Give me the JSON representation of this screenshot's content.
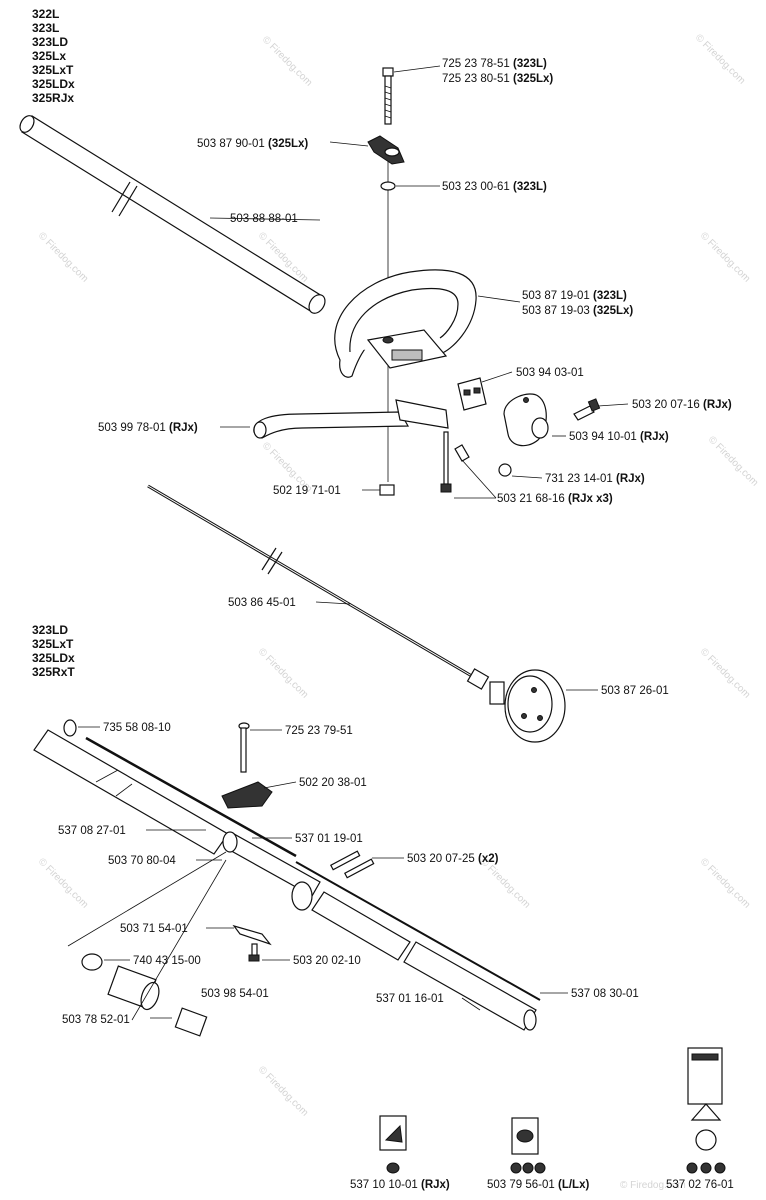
{
  "models_top": [
    "322L",
    "323L",
    "323LD",
    "325Lx",
    "325LxT",
    "325LDx",
    "325RJx"
  ],
  "models_bottom": [
    "323LD",
    "325LxT",
    "325LDx",
    "325RxT"
  ],
  "watermark": "© Firedog.com",
  "labels": [
    {
      "id": "bolt-1",
      "num": "725 23 78-51",
      "suffix": "(323L)"
    },
    {
      "id": "bolt-2",
      "num": "725 23 80-51",
      "suffix": "(325Lx)"
    },
    {
      "id": "knob",
      "num": "503 87 90-01",
      "suffix": "(325Lx)"
    },
    {
      "id": "washer",
      "num": "503 23 00-61",
      "suffix": "(323L)"
    },
    {
      "id": "shaft-tube",
      "num": "503 88 88-01",
      "suffix": ""
    },
    {
      "id": "handle-1",
      "num": "503 87 19-01",
      "suffix": "(323L)"
    },
    {
      "id": "handle-2",
      "num": "503 87 19-03",
      "suffix": "(325Lx)"
    },
    {
      "id": "clamp",
      "num": "503 94 03-01",
      "suffix": ""
    },
    {
      "id": "guard-bar",
      "num": "503 99 78-01",
      "suffix": "(RJx)"
    },
    {
      "id": "screw",
      "num": "503 20 07-16",
      "suffix": "(RJx)"
    },
    {
      "id": "bracket",
      "num": "503 94 10-01",
      "suffix": "(RJx)"
    },
    {
      "id": "nut",
      "num": "731 23 14-01",
      "suffix": "(RJx)"
    },
    {
      "id": "square-nut",
      "num": "502 19 71-01",
      "suffix": ""
    },
    {
      "id": "bolts-3",
      "num": "503 21 68-16",
      "suffix": "(RJx x3)"
    },
    {
      "id": "drive-shaft",
      "num": "503 86 45-01",
      "suffix": ""
    },
    {
      "id": "coupling",
      "num": "503 87 26-01",
      "suffix": ""
    },
    {
      "id": "plug",
      "num": "735 58 08-10",
      "suffix": ""
    },
    {
      "id": "bolt-3",
      "num": "725 23 79-51",
      "suffix": ""
    },
    {
      "id": "knob-2",
      "num": "502 20 38-01",
      "suffix": ""
    },
    {
      "id": "tube-upper",
      "num": "537 08 27-01",
      "suffix": ""
    },
    {
      "id": "inner-shaft",
      "num": "537 01 19-01",
      "suffix": ""
    },
    {
      "id": "coupler",
      "num": "503 70 80-04",
      "suffix": ""
    },
    {
      "id": "screws-2",
      "num": "503 20 07-25",
      "suffix": "(x2)"
    },
    {
      "id": "clip",
      "num": "503 71 54-01",
      "suffix": ""
    },
    {
      "id": "o-ring",
      "num": "740 43 15-00",
      "suffix": ""
    },
    {
      "id": "screw-2",
      "num": "503 20 02-10",
      "suffix": ""
    },
    {
      "id": "bearing-1",
      "num": "503 98 54-01",
      "suffix": ""
    },
    {
      "id": "bearing-2",
      "num": "503 78 52-01",
      "suffix": ""
    },
    {
      "id": "lower-tube",
      "num": "537 01 16-01",
      "suffix": ""
    },
    {
      "id": "lower-shaft",
      "num": "537 08 30-01",
      "suffix": ""
    },
    {
      "id": "decal-1",
      "num": "537 10 10-01",
      "suffix": "(RJx)"
    },
    {
      "id": "decal-2",
      "num": "503 79 56-01",
      "suffix": "(L/Lx)"
    },
    {
      "id": "decal-3",
      "num": "537 02 76-01",
      "suffix": ""
    }
  ]
}
